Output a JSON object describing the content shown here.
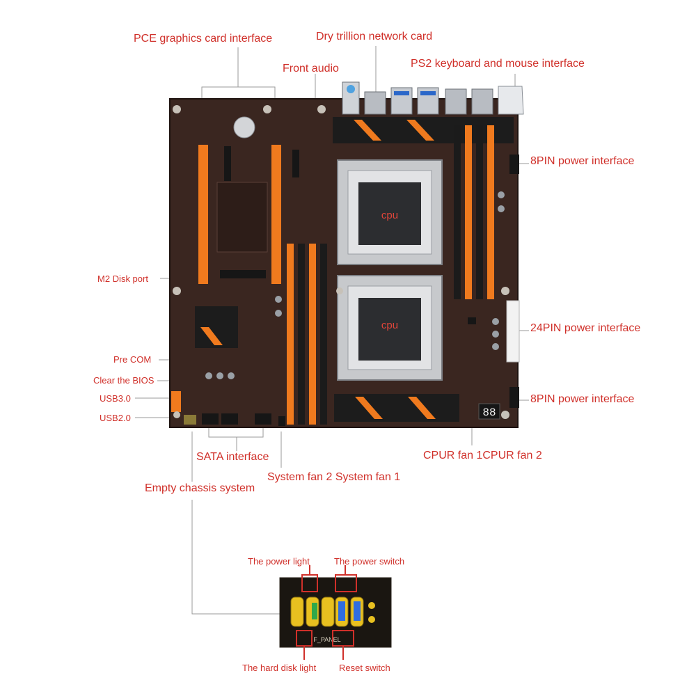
{
  "labels": {
    "pce": "PCE graphics card interface",
    "dry_network": "Dry trillion network card",
    "front_audio": "Front audio",
    "ps2": "PS2 keyboard and mouse interface",
    "pin8_top": "8PIN power interface",
    "m2": "M2 Disk port",
    "pin24": "24PIN power interface",
    "pre_com": "Pre COM",
    "clear_bios": "Clear the BIOS",
    "usb3": "USB3.0",
    "usb2": "USB2.0",
    "pin8_bottom": "8PIN power interface",
    "cpur_fans": "CPUR fan 1CPUR fan 2",
    "sata": "SATA interface",
    "sys_fans": "System fan 2 System fan 1",
    "empty_chassis": "Empty chassis system",
    "power_light": "The power light",
    "power_switch": "The power switch",
    "hdd_light": "The hard disk light",
    "reset_switch": "Reset switch"
  },
  "board": {
    "cpu1_mark": "cpu",
    "cpu2_mark": "cpu",
    "fpanel_text": "F_PANEL",
    "debug_display": "88"
  },
  "colors": {
    "label_red": "#d0302a",
    "board_brown": "#3a2620",
    "slot_orange": "#f07a1e",
    "line_gray": "#9a9a9a"
  }
}
